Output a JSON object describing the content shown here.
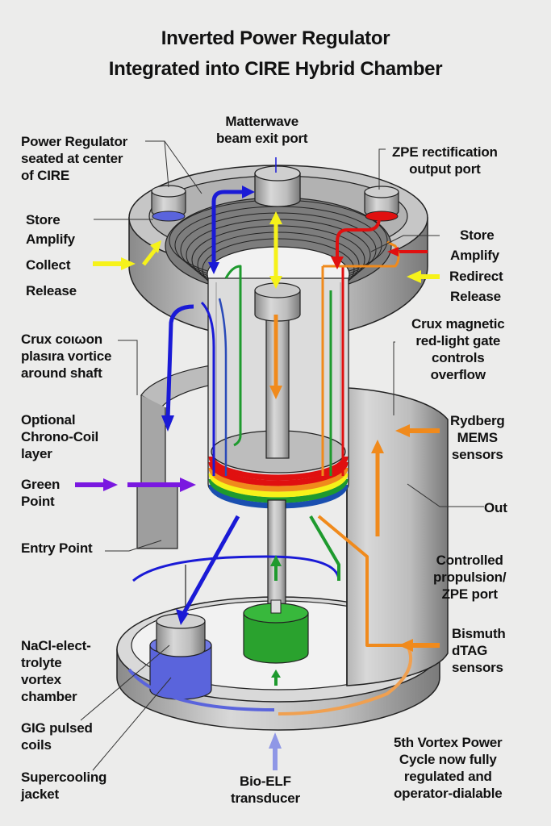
{
  "title": {
    "line1": "Inverted Power Regulator",
    "line2": "Integrated into CIRE Hybrid Chamber"
  },
  "labels": {
    "matterwave_port": "Matterwave\nbeam exit port",
    "power_regulator": "Power Regulator\nseated at center\nof CIRE",
    "zpe_rectification": "ZPE rectification\noutput port",
    "left_store": "Store",
    "left_amplify": "Amplify",
    "left_collect": "Collect",
    "left_release": "Release",
    "right_store": "Store",
    "right_amplify": "Amplify",
    "right_redirect": "Redirect",
    "right_release": "Release",
    "crux_plasma": "Crux coιωon\nplasιra vortice\naround shaft",
    "crux_magnetic": "Crux magnetic\nred-light gate\ncontrols\noverflow",
    "chrono_coil": "Optional\nChrono-Coil\nlayer",
    "rydberg": "Rydberg\nMEMS\nsensors",
    "green_point": "Green\nPoint",
    "out": "Out",
    "entry_point": "Entry Point",
    "controlled_propulsion": "Controlled\npropulsion/\nZPE port",
    "nacl": "NaCl-elect-\ntrolyte\nvortex\nchamber",
    "bismuth": "Bismuth\ndTAG\nsensors",
    "gig_coils": "GIG pulsed\ncoils",
    "supercooling": "Supercooling\njacket",
    "bio_elf": "Bio-ELF\ntransducer",
    "fifth_vortex": "5th Vortex Power\nCycle now fully\nregulated and\noperator-dialable"
  },
  "colors": {
    "background": "#ececeb",
    "metal": "#b9b9b9",
    "metal_dark": "#7e7e7e",
    "flow_blue": "#1a1ad6",
    "flow_green": "#1e9a2e",
    "flow_red": "#e01010",
    "flow_orange": "#f08a1c",
    "flow_yellow": "#f6f21a",
    "flow_purple": "#7a18e0",
    "cylinder_blue": "#5a64dc",
    "cylinder_green": "#2aa22e",
    "bio_elf_arrow": "#8f97e6"
  },
  "coil_ring_colors": [
    "#e01010",
    "#e01010",
    "#f08a1c",
    "#f6f21a",
    "#1e9a2e",
    "#1a4fb0"
  ]
}
